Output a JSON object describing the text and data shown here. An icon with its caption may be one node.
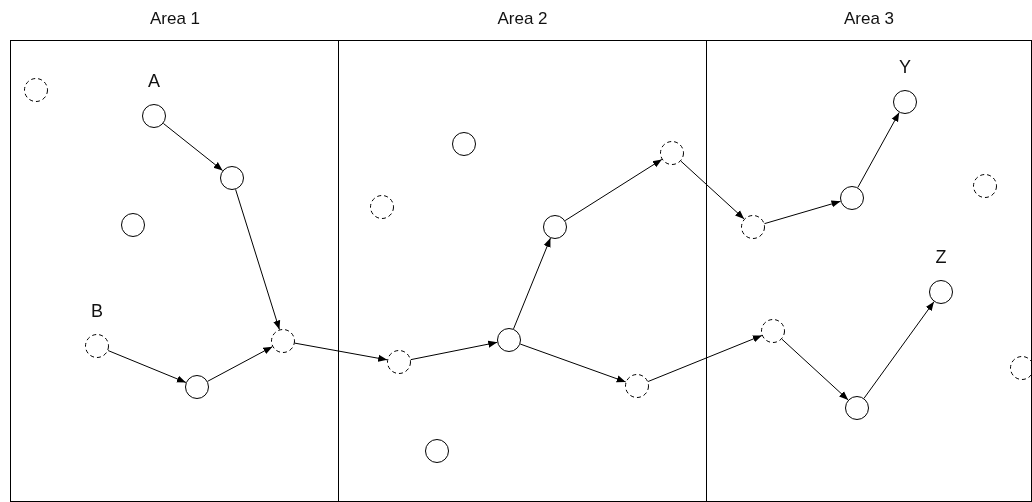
{
  "diagram": {
    "nodes": [
      {
        "text": [
          "Area 1"
        ]
      },
      {
        "text": [
          "Area 2"
        ]
      },
      {
        "text": [
          "Area 3"
        ]
      },
      {
        "text": [],
        "shape": "dashed-circle",
        "in": 0
      },
      {
        "text": [],
        "shape": "circle",
        "beside": [
          "A"
        ],
        "in": 0
      },
      {
        "text": [],
        "shape": "circle",
        "in": 0
      },
      {
        "text": [],
        "shape": "circle",
        "in": 0
      },
      {
        "text": [],
        "shape": "dashed-circle",
        "beside": [
          "B"
        ],
        "in": 0
      },
      {
        "text": [],
        "shape": "dashed-circle",
        "in": 0
      },
      {
        "text": [],
        "shape": "circle",
        "in": 0
      },
      {
        "text": [],
        "shape": "circle",
        "in": 1
      },
      {
        "text": [],
        "shape": "dashed-circle",
        "in": 1
      },
      {
        "text": [],
        "shape": "dashed-circle",
        "in": 1
      },
      {
        "text": [],
        "shape": "circle",
        "in": 1
      },
      {
        "text": [],
        "shape": "circle",
        "in": 1
      },
      {
        "text": [],
        "shape": "dashed-circle",
        "in": 1
      },
      {
        "text": [],
        "shape": "dashed-circle",
        "in": 1
      },
      {
        "text": [],
        "shape": "circle",
        "in": 1
      },
      {
        "text": [],
        "shape": "circle",
        "beside": [
          "Y"
        ],
        "in": 2
      },
      {
        "text": [],
        "shape": "dashed-circle",
        "in": 2
      },
      {
        "text": [],
        "shape": "circle",
        "in": 2
      },
      {
        "text": [],
        "shape": "dashed-circle",
        "in": 2
      },
      {
        "text": [],
        "shape": "circle",
        "beside": [
          "Z"
        ],
        "in": 2
      },
      {
        "text": [],
        "shape": "dashed-circle",
        "in": 2
      },
      {
        "text": [],
        "shape": "dashed-circle",
        "in": 2
      },
      {
        "text": [],
        "shape": "circle",
        "in": 2
      }
    ],
    "edges": [
      {
        "from": 4,
        "to": 5,
        "arrow": "to"
      },
      {
        "from": 5,
        "to": 8,
        "arrow": "to"
      },
      {
        "from": 7,
        "to": 9,
        "arrow": "to"
      },
      {
        "from": 9,
        "to": 8,
        "arrow": "to"
      },
      {
        "from": 8,
        "to": 15,
        "arrow": "to"
      },
      {
        "from": 15,
        "to": 14,
        "arrow": "to"
      },
      {
        "from": 14,
        "to": 13,
        "arrow": "to"
      },
      {
        "from": 13,
        "to": 11,
        "arrow": "to"
      },
      {
        "from": 11,
        "to": 21,
        "arrow": "to"
      },
      {
        "from": 21,
        "to": 20,
        "arrow": "to"
      },
      {
        "from": 20,
        "to": 18,
        "arrow": "to"
      },
      {
        "from": 14,
        "to": 16,
        "arrow": "to"
      },
      {
        "from": 16,
        "to": 23,
        "arrow": "to"
      },
      {
        "from": 23,
        "to": 25,
        "arrow": "to"
      },
      {
        "from": 25,
        "to": 22,
        "arrow": "to"
      }
    ]
  }
}
